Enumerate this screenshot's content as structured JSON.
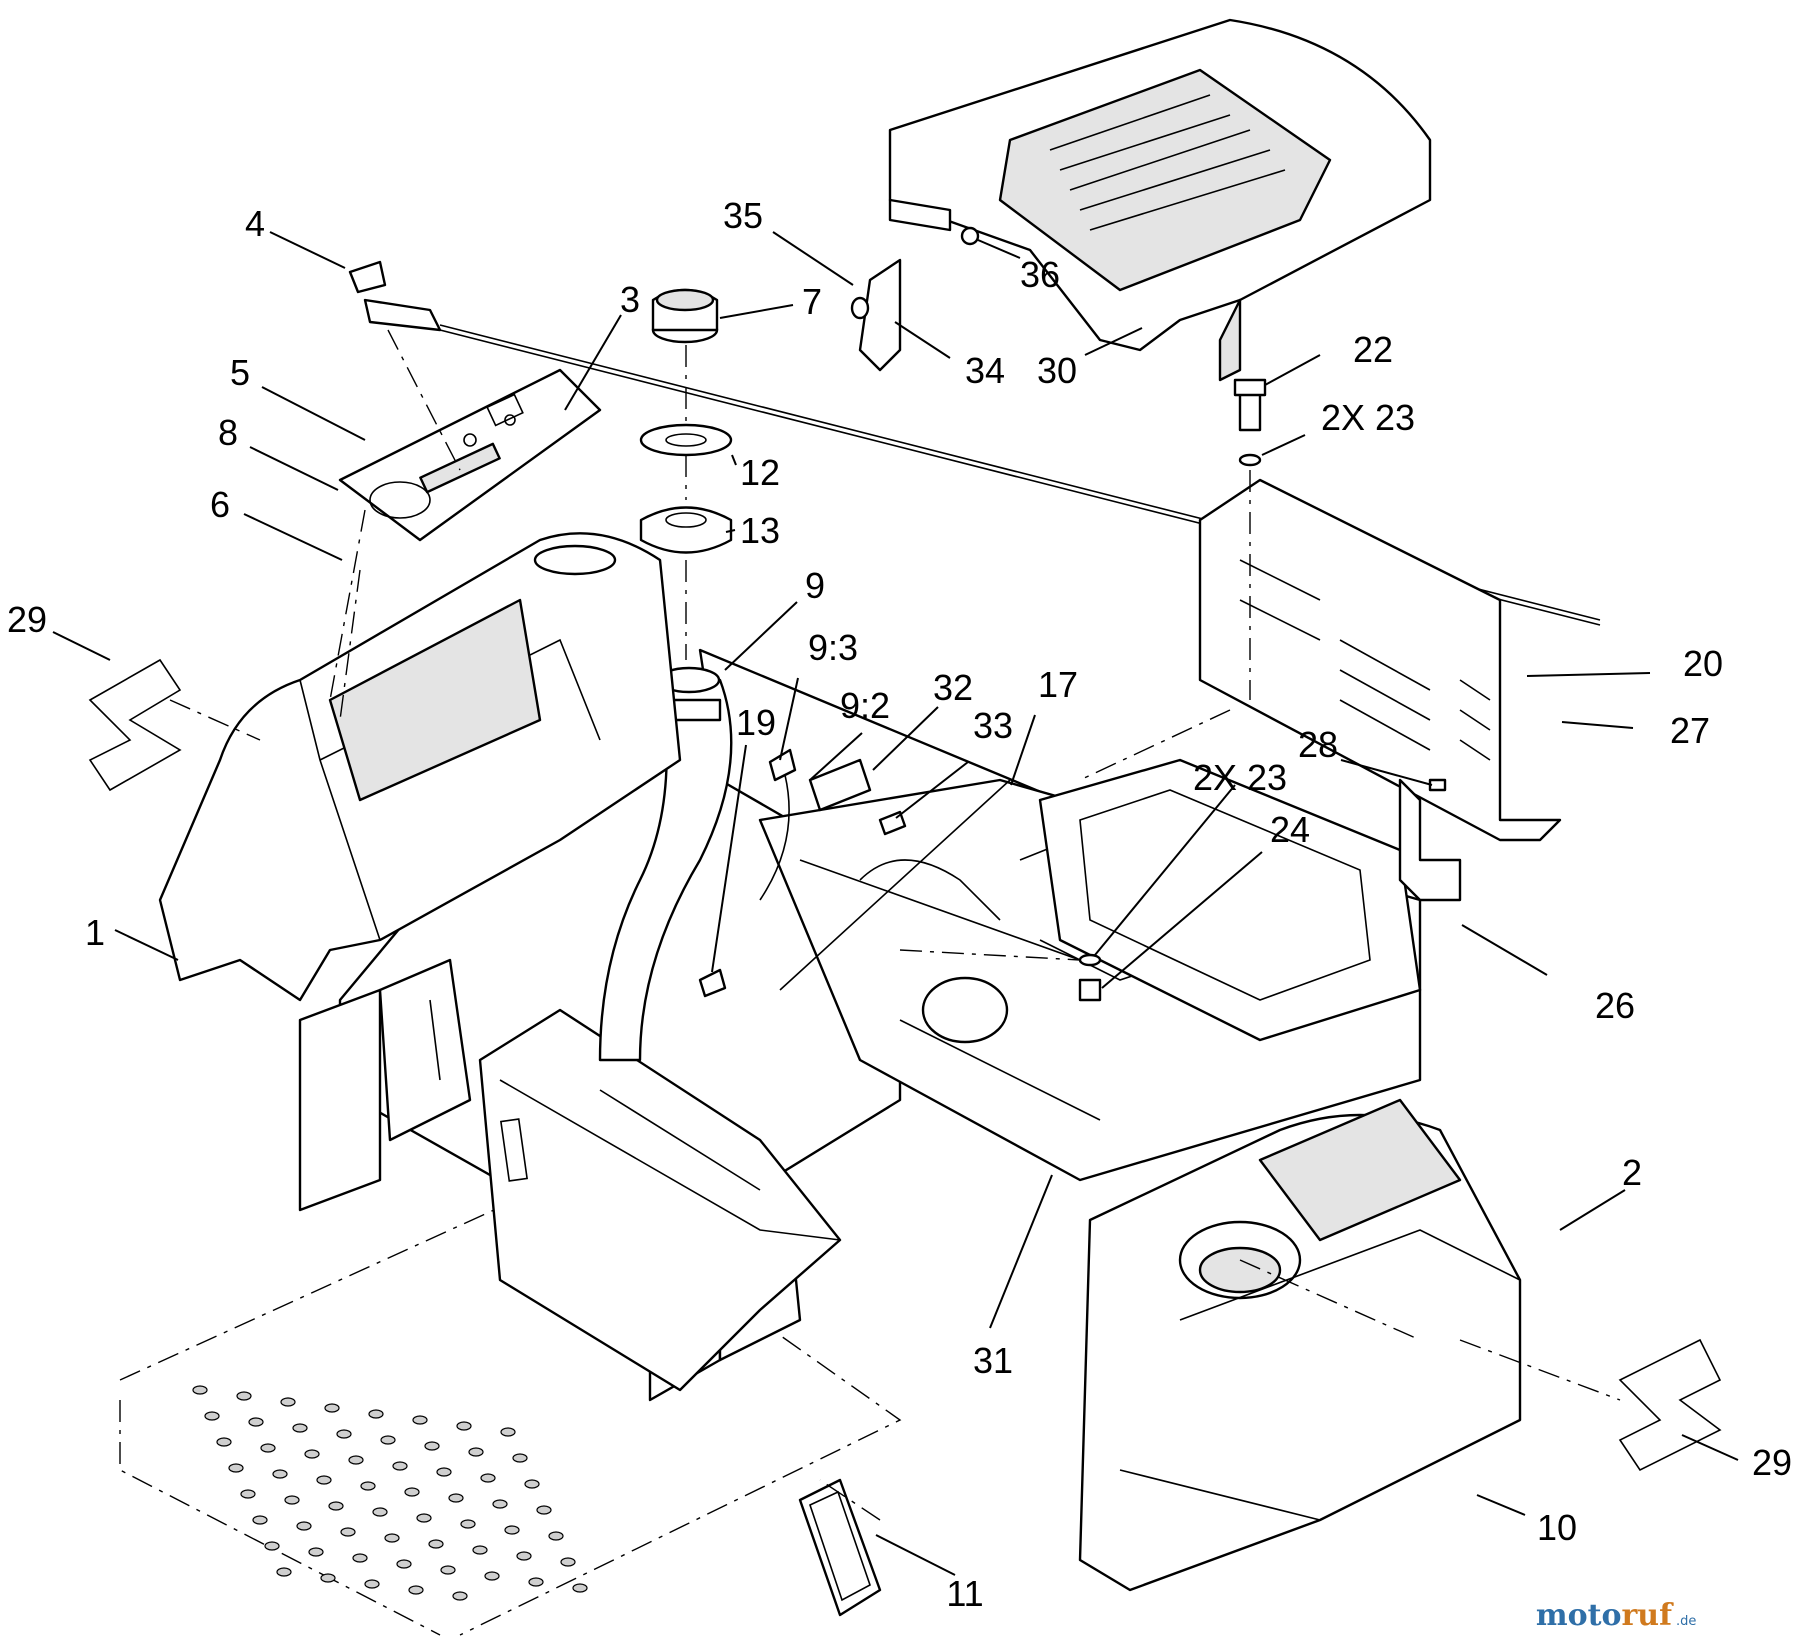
{
  "callouts": [
    {
      "label": "1"
    },
    {
      "label": "2"
    },
    {
      "label": "3"
    },
    {
      "label": "4"
    },
    {
      "label": "5"
    },
    {
      "label": "6"
    },
    {
      "label": "7"
    },
    {
      "label": "8"
    },
    {
      "label": "9"
    },
    {
      "label": "9:3"
    },
    {
      "label": "9:2"
    },
    {
      "label": "10"
    },
    {
      "label": "11"
    },
    {
      "label": "12"
    },
    {
      "label": "13"
    },
    {
      "label": "17"
    },
    {
      "label": "19"
    },
    {
      "label": "20"
    },
    {
      "label": "22"
    },
    {
      "label": "2X 23"
    },
    {
      "label": "2X 23"
    },
    {
      "label": "24"
    },
    {
      "label": "26"
    },
    {
      "label": "27"
    },
    {
      "label": "28"
    },
    {
      "label": "29"
    },
    {
      "label": "29"
    },
    {
      "label": "30"
    },
    {
      "label": "31"
    },
    {
      "label": "32"
    },
    {
      "label": "33"
    },
    {
      "label": "34"
    },
    {
      "label": "35"
    },
    {
      "label": "36"
    }
  ],
  "watermark": {
    "part_a": "moto",
    "part_b": "ruf",
    "suffix": ".de"
  }
}
